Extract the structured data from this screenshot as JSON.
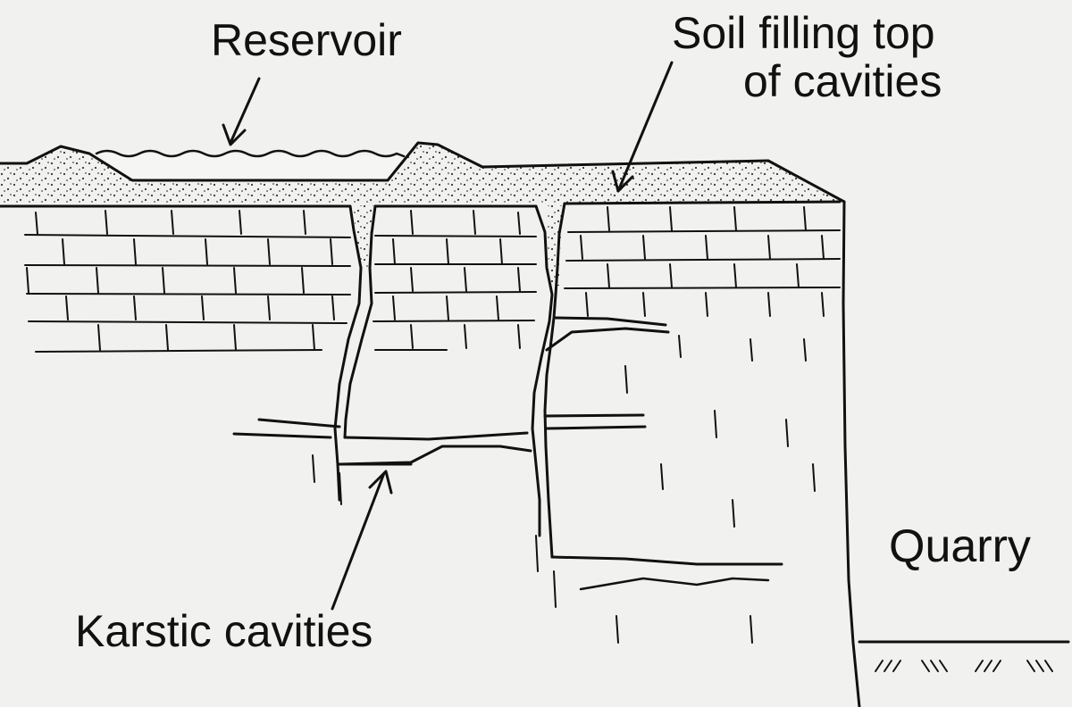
{
  "labels": {
    "reservoir": "Reservoir",
    "soil_line1": "Soil filling top",
    "soil_line2": "of  cavities",
    "karstic": "Karstic cavities",
    "quarry": "Quarry"
  },
  "colors": {
    "background": "#f1f1ef",
    "ink": "#111111"
  }
}
